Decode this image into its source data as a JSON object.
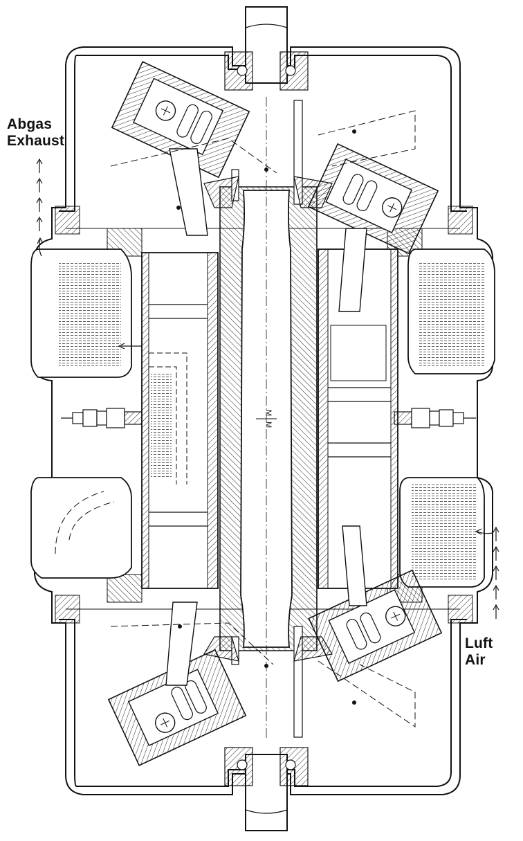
{
  "labels": {
    "exhaust_de": "Abgas",
    "exhaust_en": "Exhaust",
    "air_de": "Luft",
    "air_en": "Air",
    "center_mark": "M",
    "center_mark_2": "M"
  }
}
